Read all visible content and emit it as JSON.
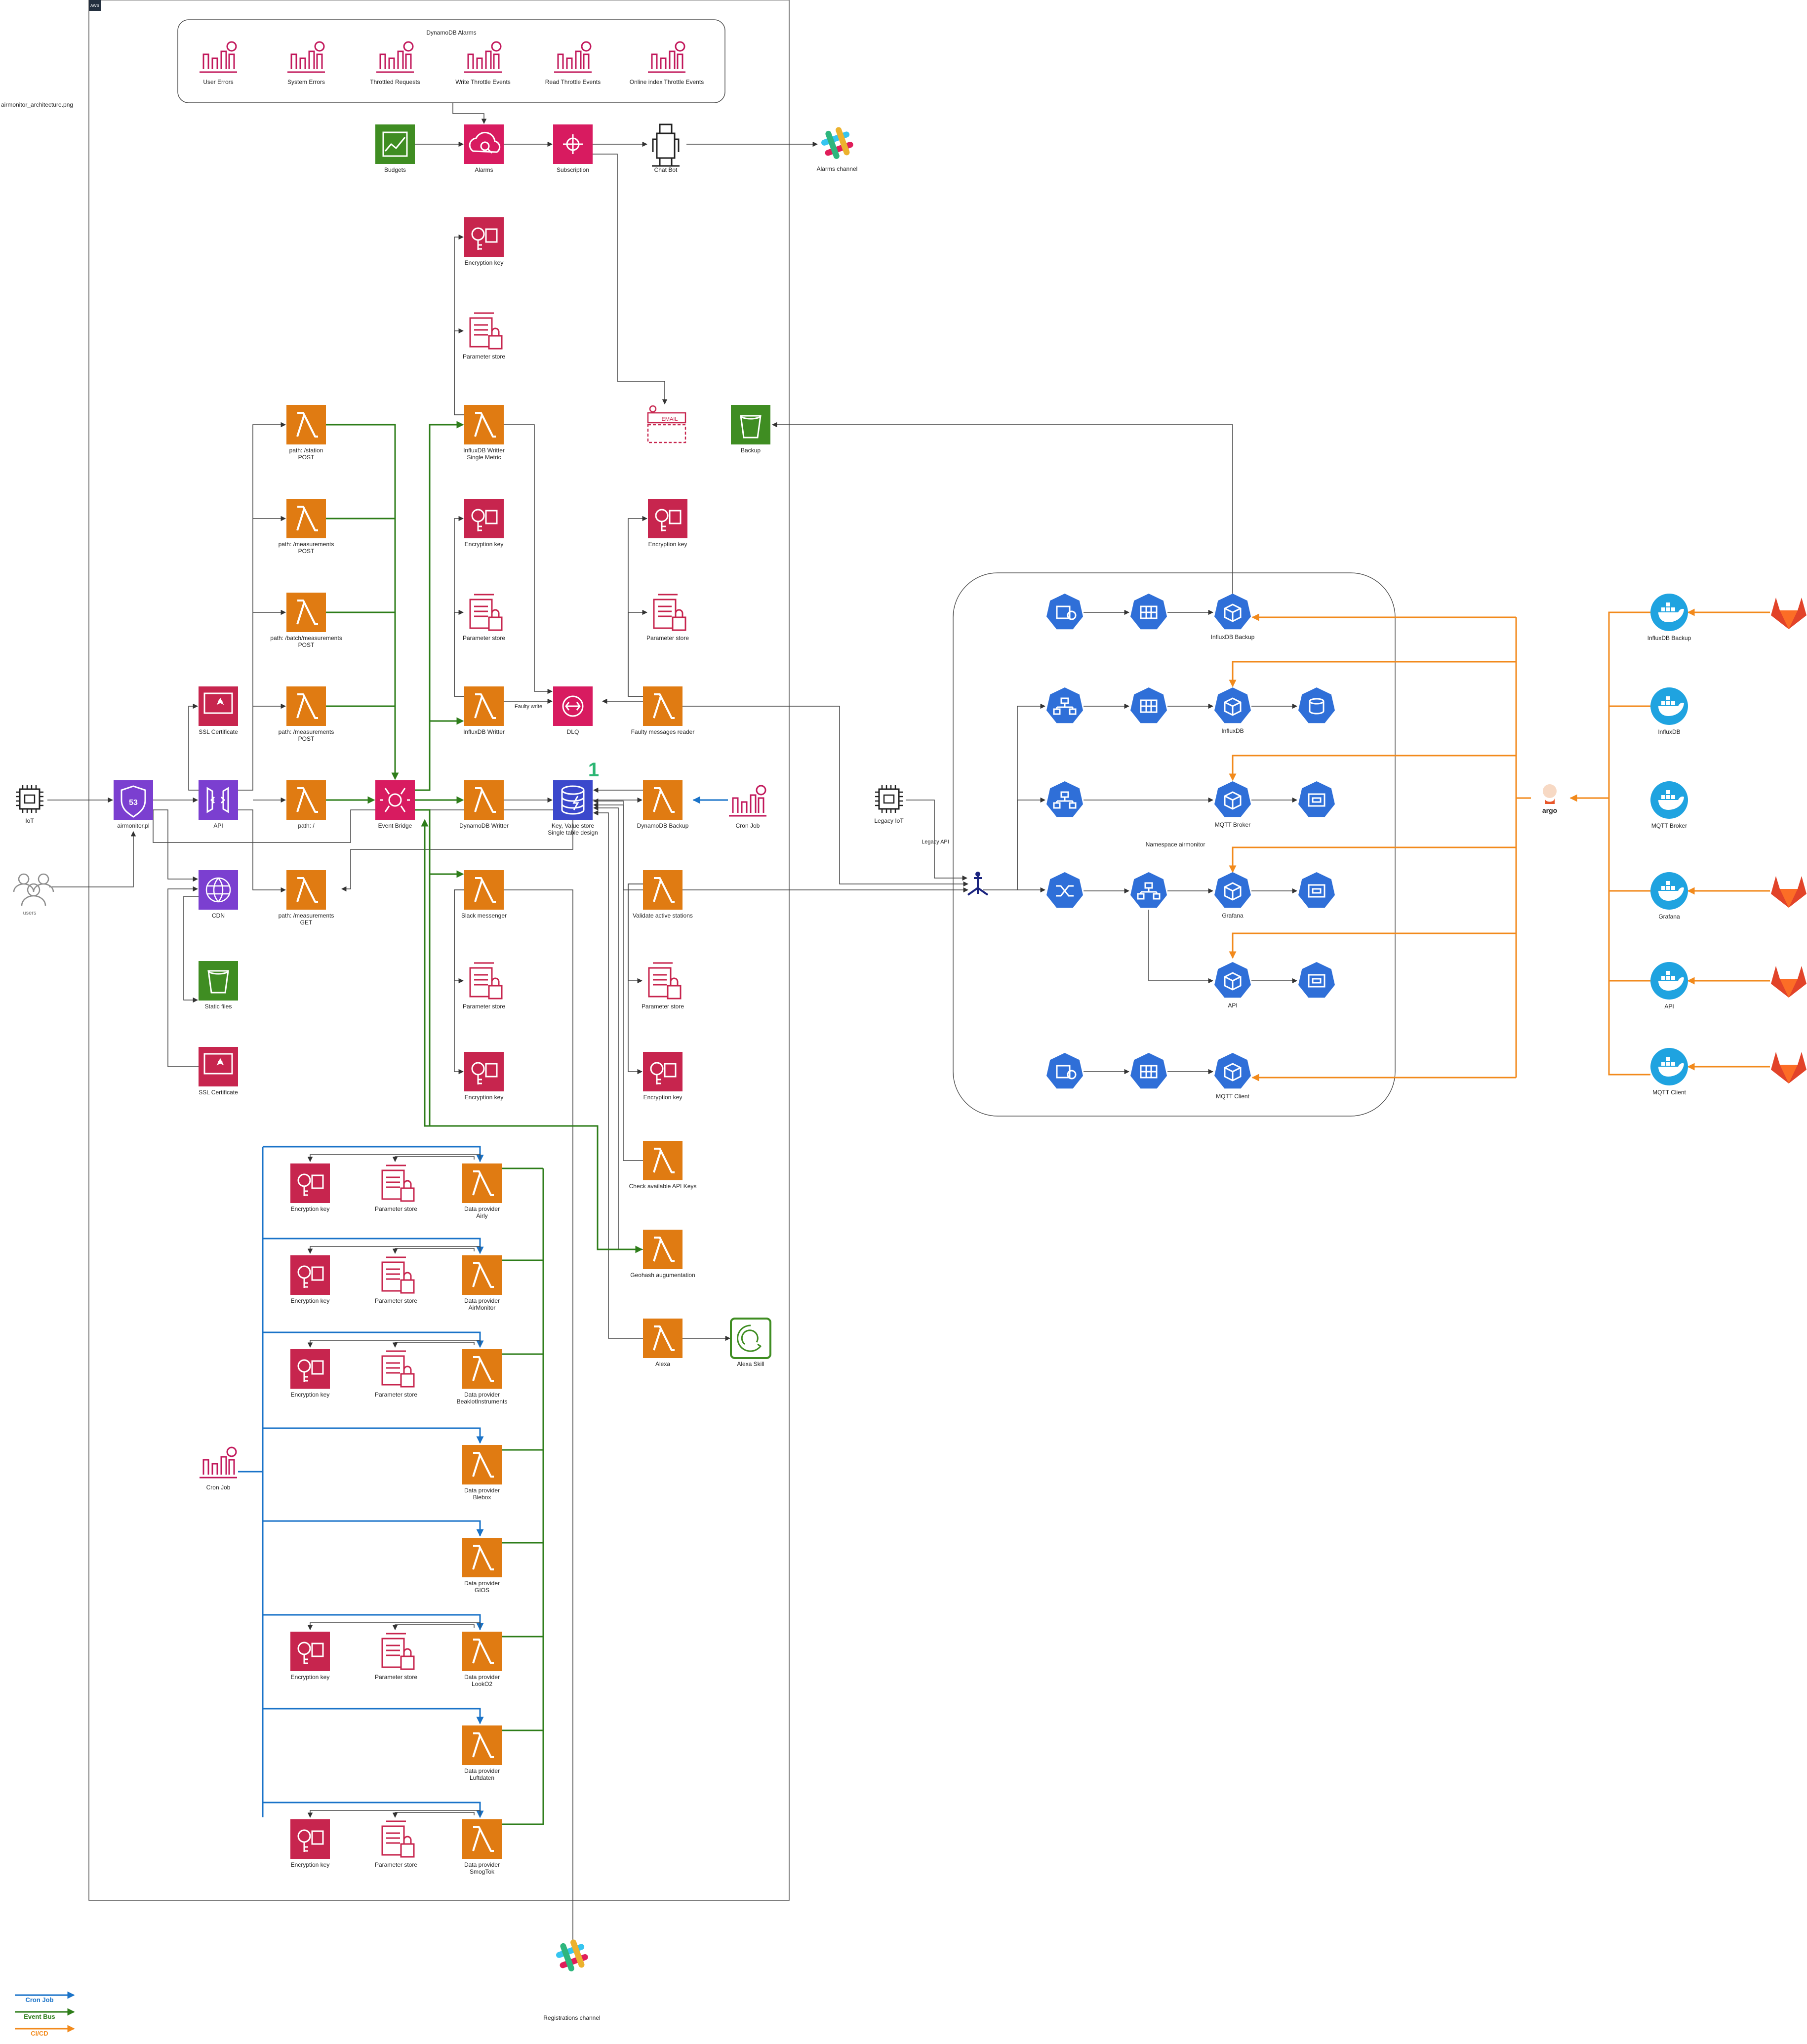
{
  "file_label": "airmonitor_architecture.png",
  "aws_badge": "AWS",
  "colors": {
    "lambda": "#e07b12",
    "security": "#c7254e",
    "management": "#c2185b",
    "network": "#7b3fd0",
    "integration": "#d81b60",
    "storage": "#3f8d22",
    "database": "#3b48cc",
    "k8s": "#2f6fd8",
    "docker": "#1fa3e0",
    "gitlab": "#e24329",
    "cronjob_line": "#1a73c8",
    "eventbus_line": "#2e7d1a",
    "cicd_line": "#f28a1c",
    "line": "#444444"
  },
  "alarms": {
    "group_title": "DynamoDB Alarms",
    "items": [
      "User Errors",
      "System Errors",
      "Throttled Requests",
      "Write Throttle Events",
      "Read Throttle Events",
      "Online index Throttle Events"
    ]
  },
  "labels": {
    "budgets": "Budgets",
    "alarms": "Alarms",
    "subscription": "Subscription",
    "chatbot": "Chat Bot",
    "alarms_channel": "Alarms channel",
    "registrations_channel": "Registrations channel",
    "backup": "Backup",
    "email": "EMAIL",
    "iot": "IoT",
    "users": "users",
    "route53": "airmonitor.pl",
    "api": "API",
    "cdn": "CDN",
    "static_files": "Static files",
    "ssl1": "SSL Certificate",
    "ssl2": "SSL Certificate",
    "enc_key": "Encryption key",
    "param_store": "Parameter store",
    "lambda_station": "path: /station\nPOST",
    "lambda_measurements": "path: /measurements\nPOST",
    "lambda_batch": "path: /batch/measurements\nPOST",
    "lambda_measurements2": "path: /measurements\nPOST",
    "lambda_root": "path: /",
    "lambda_measurements_get": "path: /measurements\nGET",
    "event_bridge": "Event Bridge",
    "influx_single": "InfluxDB Writter\nSingle Metric",
    "influx_writer": "InfluxDB Writter",
    "dynamo_writer": "DynamoDB Writter",
    "slack_messenger": "Slack messenger",
    "dlq": "DLQ",
    "faulty_write": "Faulty write",
    "faulty_reader": "Faulty messages reader",
    "kv_store": "Key, Value store\nSingle table design",
    "dynamo_backup": "DynamoDB Backup",
    "cron_job": "Cron Job",
    "validate_stations": "Validate active stations",
    "check_api_keys": "Check available API Keys",
    "geohash": "Geohash augumentation",
    "alexa": "Alexa",
    "alexa_skill": "Alexa Skill",
    "legacy_iot": "Legacy IoT",
    "legacy_api": "Legacy API",
    "namespace": "Namespace airmonitor",
    "influx_backup": "InfluxDB Backup",
    "influxdb": "InfluxDB",
    "mqtt_broker": "MQTT Broker",
    "grafana": "Grafana",
    "k8s_api": "API",
    "mqtt_client": "MQTT Client",
    "argo": "argo",
    "badge_one": "1"
  },
  "providers": [
    {
      "name": "Data provider\nAirly",
      "key": true
    },
    {
      "name": "Data provider\nAirMonitor",
      "key": true
    },
    {
      "name": "Data provider\nBeaklotInstruments",
      "key": true
    },
    {
      "name": "Data provider\nBlebox",
      "key": false
    },
    {
      "name": "Data provider\nGIOS",
      "key": false
    },
    {
      "name": "Data provider\nLookO2",
      "key": true
    },
    {
      "name": "Data provider\nLuftdaten",
      "key": false
    },
    {
      "name": "Data provider\nSmogTok",
      "key": true
    }
  ],
  "legend": [
    {
      "label": "Cron Job",
      "color": "#1a73c8"
    },
    {
      "label": "Event Bus",
      "color": "#2e7d1a"
    },
    {
      "label": "CI/CD",
      "color": "#f28a1c"
    }
  ]
}
